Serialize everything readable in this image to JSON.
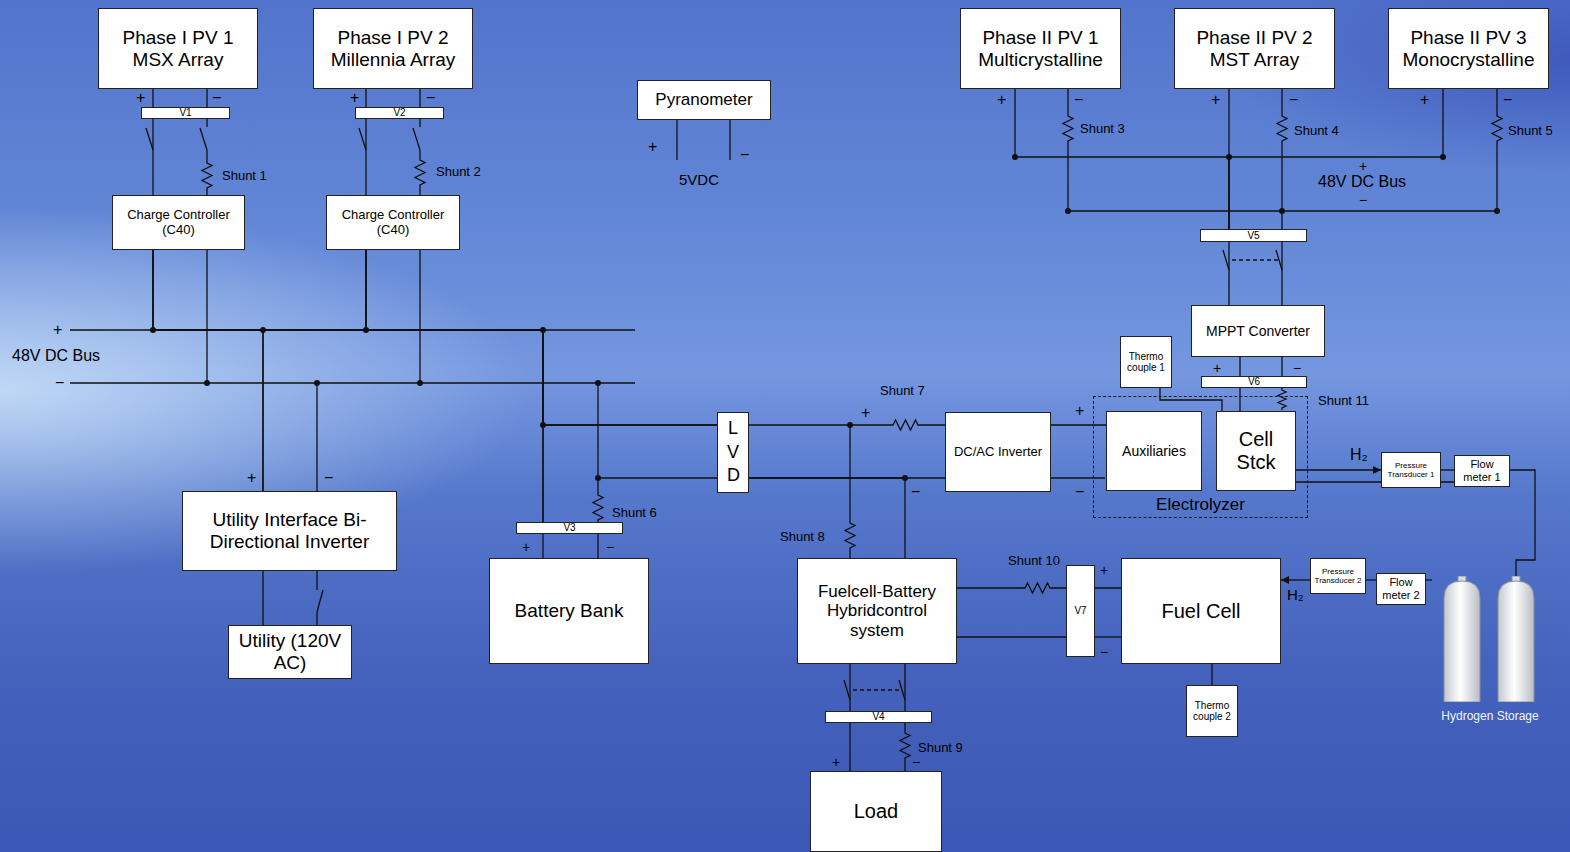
{
  "diagram": {
    "nodes": [
      {
        "text": [
          "Phase I PV 1 MSX Array"
        ]
      },
      {
        "text": [
          "Phase I PV 2 Millennia Array"
        ]
      },
      {
        "text": [
          "Phase II PV 1 Multicrystalline"
        ]
      },
      {
        "text": [
          "Phase II PV 2 MST Array"
        ]
      },
      {
        "text": [
          "Phase II PV 3 Monocrystalline"
        ]
      },
      {
        "text": [
          "Pyranometer"
        ]
      },
      {
        "text": [
          "V1"
        ]
      },
      {
        "text": [
          "V2"
        ]
      },
      {
        "text": [
          "Charge Controller (C40)"
        ]
      },
      {
        "text": [
          "Charge Controller (C40)"
        ]
      },
      {
        "text": [
          "V5"
        ]
      },
      {
        "text": [
          "MPPT Converter"
        ]
      },
      {
        "text": [
          "Thermo couple 1"
        ]
      },
      {
        "text": [
          "V6"
        ]
      },
      {
        "text": [
          "Electrolyzer"
        ]
      },
      {
        "text": [
          "Auxiliaries"
        ],
        "in": 14
      },
      {
        "text": [
          "Cell Stck"
        ],
        "in": 14
      },
      {
        "text": [
          "L V D"
        ]
      },
      {
        "text": [
          "DC/AC Inverter"
        ]
      },
      {
        "text": [
          "Pressure Transducer 1"
        ]
      },
      {
        "text": [
          "Flow meter 1"
        ]
      },
      {
        "text": [
          "Utility Interface Bi-Directional Inverter"
        ]
      },
      {
        "text": [
          "V3"
        ]
      },
      {
        "text": [
          "Battery Bank"
        ]
      },
      {
        "text": [
          "Fuelcell-Battery Hybridcontrol system"
        ]
      },
      {
        "text": [
          "Pressure Transducer 2"
        ]
      },
      {
        "text": [
          "V7"
        ]
      },
      {
        "text": [
          "Fuel Cell"
        ]
      },
      {
        "text": [
          "Flow meter 2"
        ]
      },
      {
        "text": [
          "Hydrogen Storage"
        ]
      },
      {
        "text": [
          "Utility (120V AC)"
        ]
      },
      {
        "text": [
          "Thermo couple 2"
        ]
      },
      {
        "text": [
          "V4"
        ]
      },
      {
        "text": [
          "Load"
        ]
      }
    ],
    "edges": [
      {
        "from": 0,
        "to": 6,
        "arrow": "none"
      },
      {
        "from": 6,
        "to": 8,
        "arrow": "none"
      },
      {
        "from": 1,
        "to": 7,
        "arrow": "none"
      },
      {
        "from": 7,
        "to": 9,
        "arrow": "none"
      },
      {
        "from": 8,
        "to": 21,
        "arrow": "none"
      },
      {
        "from": 9,
        "to": 21,
        "arrow": "none"
      },
      {
        "from": 8,
        "to": 22,
        "arrow": "none"
      },
      {
        "from": 9,
        "to": 22,
        "arrow": "none"
      },
      {
        "from": 8,
        "to": 17,
        "arrow": "none"
      },
      {
        "from": 9,
        "to": 17,
        "arrow": "none"
      },
      {
        "from": 22,
        "to": 23,
        "arrow": "none"
      },
      {
        "from": 21,
        "to": 30,
        "arrow": "none"
      },
      {
        "from": 2,
        "to": 10,
        "arrow": "none"
      },
      {
        "from": 3,
        "to": 10,
        "arrow": "none"
      },
      {
        "from": 4,
        "to": 10,
        "arrow": "none"
      },
      {
        "from": 10,
        "to": 11,
        "arrow": "none"
      },
      {
        "from": 11,
        "to": 13,
        "arrow": "none"
      },
      {
        "from": 13,
        "to": 16,
        "arrow": "none"
      },
      {
        "from": 12,
        "to": 16,
        "arrow": "none"
      },
      {
        "from": 17,
        "to": 18,
        "arrow": "none"
      },
      {
        "from": 17,
        "to": 24,
        "arrow": "none"
      },
      {
        "from": 18,
        "to": 15,
        "arrow": "none"
      },
      {
        "from": 16,
        "to": 19,
        "label": "H₂",
        "arrow": "to"
      },
      {
        "from": 19,
        "to": 20,
        "arrow": "none"
      },
      {
        "from": 20,
        "to": 29,
        "arrow": "none"
      },
      {
        "from": 29,
        "to": 28,
        "arrow": "none"
      },
      {
        "from": 28,
        "to": 25,
        "arrow": "none"
      },
      {
        "from": 25,
        "to": 27,
        "label": "H₂",
        "arrow": "to"
      },
      {
        "from": 24,
        "to": 26,
        "arrow": "none"
      },
      {
        "from": 26,
        "to": 27,
        "arrow": "none"
      },
      {
        "from": 27,
        "to": 31,
        "arrow": "none"
      },
      {
        "from": 24,
        "to": 32,
        "arrow": "none"
      },
      {
        "from": 32,
        "to": 33,
        "arrow": "none"
      }
    ],
    "labels": [
      "+",
      "−",
      "+",
      "−",
      "+",
      "−",
      "+",
      "−",
      "+",
      "−",
      "Shunt 3",
      "Shunt 4",
      "Shunt 5",
      "+",
      "−",
      "+",
      "Shunt 2",
      "Shunt 1",
      "5VDC",
      "48V DC Bus",
      "−",
      "+",
      "48V DC Bus",
      "+",
      "−",
      "−",
      "Shunt 7",
      "Shunt 11",
      "+",
      "+",
      "+",
      "−",
      "−",
      "−",
      "Shunt 6",
      "Shunt 8",
      "+",
      "−",
      "Shunt 10",
      "+",
      "−",
      "Shunt 9",
      "+",
      "−"
    ]
  }
}
